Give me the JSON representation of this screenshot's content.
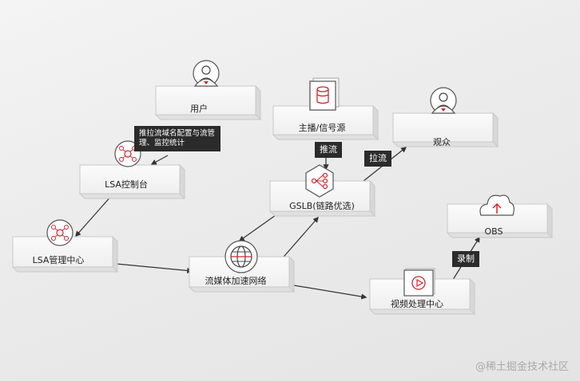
{
  "nodes": {
    "user": "用户",
    "anchor": "主播/信号源",
    "viewer": "观众",
    "lsa_console": "LSA控制台",
    "gslb": "GSLB(链路优选)",
    "obs": "OBS",
    "lsa_center": "LSA管理中心",
    "streaming_network": "流媒体加速网络",
    "video_processing": "视频处理中心"
  },
  "edge_labels": {
    "push": "推流",
    "pull": "拉流",
    "record": "录制",
    "config_note": "推拉流域名配置与流管理、监控统计"
  },
  "watermark": "@稀土掘金技术社区",
  "colors": {
    "accent": "#d0282f",
    "tag_bg": "#2b2b2b",
    "edge": "#333333"
  }
}
